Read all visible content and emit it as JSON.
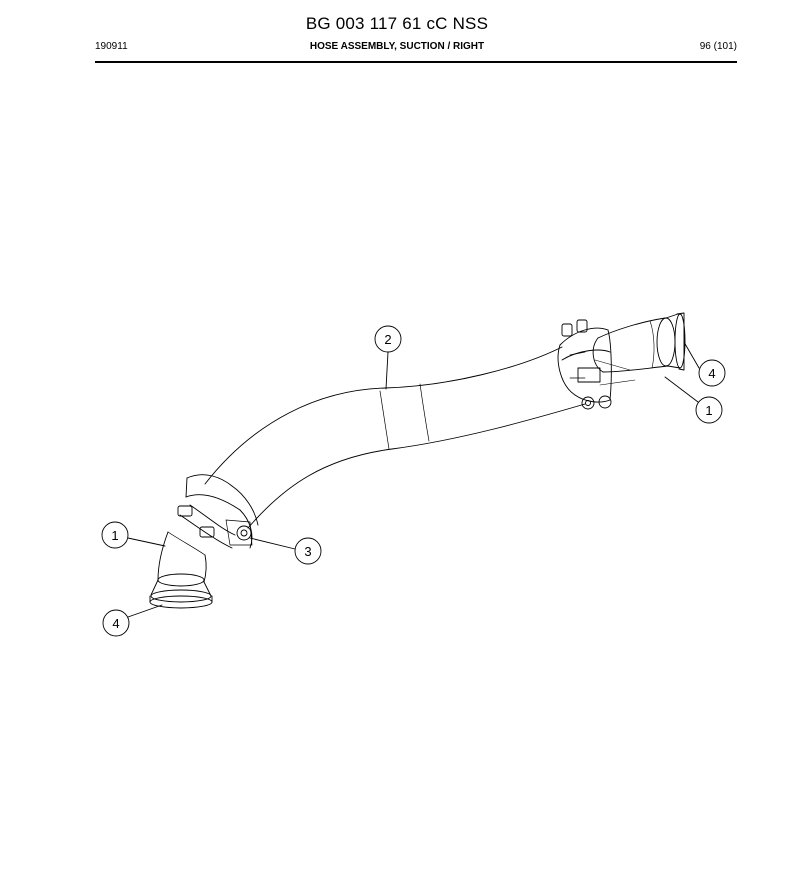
{
  "document": {
    "number": "BG 003 117 61 cC NSS",
    "date_code": "190911",
    "title": "HOSE ASSEMBLY, SUCTION / RIGHT",
    "page": "96 (101)"
  },
  "callouts": [
    {
      "id": "callout-2",
      "label": "2"
    },
    {
      "id": "callout-4-right",
      "label": "4"
    },
    {
      "id": "callout-1-right",
      "label": "1"
    },
    {
      "id": "callout-1-left",
      "label": "1"
    },
    {
      "id": "callout-3",
      "label": "3"
    },
    {
      "id": "callout-4-left",
      "label": "4"
    }
  ]
}
